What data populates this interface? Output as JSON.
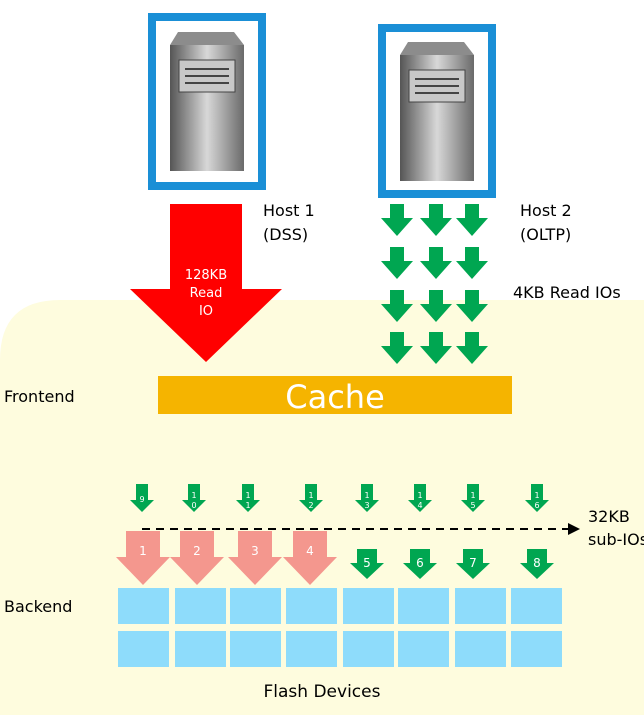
{
  "host1": {
    "name": "Host 1",
    "type": "(DSS)",
    "io_label": [
      "128KB",
      "Read",
      "IO"
    ]
  },
  "host2": {
    "name": "Host 2",
    "type": "(OLTP)",
    "io_label": "4KB Read IOs"
  },
  "frontend_label": "Frontend",
  "cache_label": "Cache",
  "backend_label": "Backend",
  "sub_io_label": [
    "32KB",
    "sub-IOs"
  ],
  "flash_label": "Flash Devices",
  "small_arrows": [
    "9",
    "10",
    "11",
    "12",
    "13",
    "14",
    "15",
    "16"
  ],
  "large_arrows": [
    "1",
    "2",
    "3",
    "4"
  ],
  "lower_arrows": [
    "5",
    "6",
    "7",
    "8"
  ],
  "colors": {
    "red": "#ff0000",
    "green": "#00a651",
    "salmon": "#f4978e",
    "cache": "#f5b400",
    "zone": "#fefcde",
    "flash": "#8edcfb",
    "server_frame": "#1a8fd6"
  }
}
